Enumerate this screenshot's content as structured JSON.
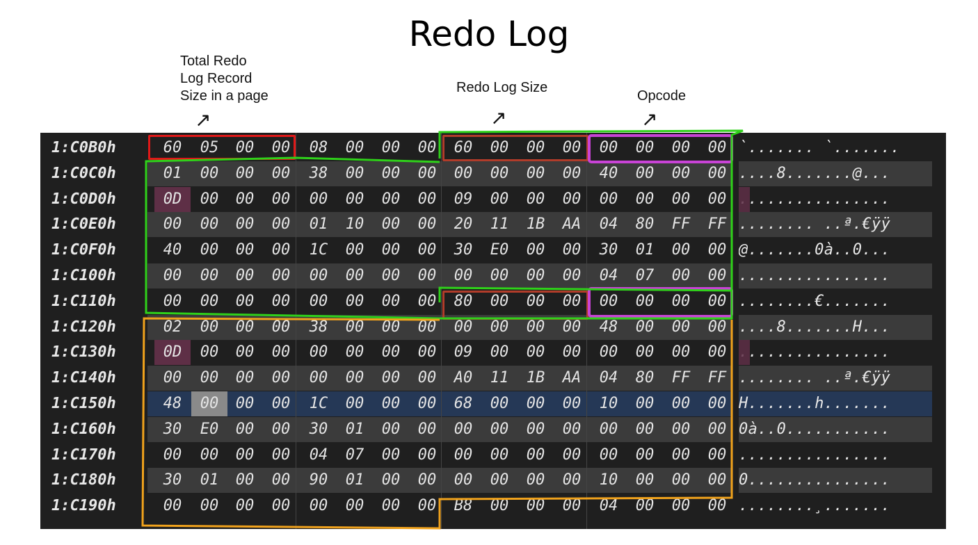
{
  "title": "Redo Log",
  "annotations": {
    "total": "Total Redo\nLog Record\nSize in a page",
    "redo_size": "Redo Log Size",
    "opcode": "Opcode"
  },
  "colors": {
    "stripe": "#3b3b3b",
    "selected_row": "#253856",
    "cursor_byte": "#8a8a8a",
    "mark_byte": "#5e2f46",
    "red_box": "#e01818",
    "green_box": "#2fd11a",
    "magenta_box": "#c843d6",
    "orange_box": "#f0a21c"
  },
  "hex": {
    "rows": [
      {
        "addr": "1:C0B0h",
        "bytes": [
          "60",
          "05",
          "00",
          "00",
          "08",
          "00",
          "00",
          "00",
          "60",
          "00",
          "00",
          "00",
          "00",
          "00",
          "00",
          "00"
        ],
        "ascii": "`....... `......."
      },
      {
        "addr": "1:C0C0h",
        "bytes": [
          "01",
          "00",
          "00",
          "00",
          "38",
          "00",
          "00",
          "00",
          "00",
          "00",
          "00",
          "00",
          "40",
          "00",
          "00",
          "00"
        ],
        "ascii": "....8.......@..."
      },
      {
        "addr": "1:C0D0h",
        "bytes": [
          "0D",
          "00",
          "00",
          "00",
          "00",
          "00",
          "00",
          "00",
          "09",
          "00",
          "00",
          "00",
          "00",
          "00",
          "00",
          "00"
        ],
        "ascii": "................"
      },
      {
        "addr": "1:C0E0h",
        "bytes": [
          "00",
          "00",
          "00",
          "00",
          "01",
          "10",
          "00",
          "00",
          "20",
          "11",
          "1B",
          "AA",
          "04",
          "80",
          "FF",
          "FF"
        ],
        "ascii": "........ ..ª.€ÿÿ"
      },
      {
        "addr": "1:C0F0h",
        "bytes": [
          "40",
          "00",
          "00",
          "00",
          "1C",
          "00",
          "00",
          "00",
          "30",
          "E0",
          "00",
          "00",
          "30",
          "01",
          "00",
          "00"
        ],
        "ascii": "@.......0à..0..."
      },
      {
        "addr": "1:C100h",
        "bytes": [
          "00",
          "00",
          "00",
          "00",
          "00",
          "00",
          "00",
          "00",
          "00",
          "00",
          "00",
          "00",
          "04",
          "07",
          "00",
          "00"
        ],
        "ascii": "................"
      },
      {
        "addr": "1:C110h",
        "bytes": [
          "00",
          "00",
          "00",
          "00",
          "00",
          "00",
          "00",
          "00",
          "80",
          "00",
          "00",
          "00",
          "00",
          "00",
          "00",
          "00"
        ],
        "ascii": "........€......."
      },
      {
        "addr": "1:C120h",
        "bytes": [
          "02",
          "00",
          "00",
          "00",
          "38",
          "00",
          "00",
          "00",
          "00",
          "00",
          "00",
          "00",
          "48",
          "00",
          "00",
          "00"
        ],
        "ascii": "....8.......H..."
      },
      {
        "addr": "1:C130h",
        "bytes": [
          "0D",
          "00",
          "00",
          "00",
          "00",
          "00",
          "00",
          "00",
          "09",
          "00",
          "00",
          "00",
          "00",
          "00",
          "00",
          "00"
        ],
        "ascii": "................"
      },
      {
        "addr": "1:C140h",
        "bytes": [
          "00",
          "00",
          "00",
          "00",
          "00",
          "00",
          "00",
          "00",
          "A0",
          "11",
          "1B",
          "AA",
          "04",
          "80",
          "FF",
          "FF"
        ],
        "ascii": "........ ..ª.€ÿÿ"
      },
      {
        "addr": "1:C150h",
        "bytes": [
          "48",
          "00",
          "00",
          "00",
          "1C",
          "00",
          "00",
          "00",
          "68",
          "00",
          "00",
          "00",
          "10",
          "00",
          "00",
          "00"
        ],
        "ascii": "H.......h......."
      },
      {
        "addr": "1:C160h",
        "bytes": [
          "30",
          "E0",
          "00",
          "00",
          "30",
          "01",
          "00",
          "00",
          "00",
          "00",
          "00",
          "00",
          "00",
          "00",
          "00",
          "00"
        ],
        "ascii": "0à..0..........."
      },
      {
        "addr": "1:C170h",
        "bytes": [
          "00",
          "00",
          "00",
          "00",
          "04",
          "07",
          "00",
          "00",
          "00",
          "00",
          "00",
          "00",
          "00",
          "00",
          "00",
          "00"
        ],
        "ascii": "................"
      },
      {
        "addr": "1:C180h",
        "bytes": [
          "30",
          "01",
          "00",
          "00",
          "90",
          "01",
          "00",
          "00",
          "00",
          "00",
          "00",
          "00",
          "10",
          "00",
          "00",
          "00"
        ],
        "ascii": "0..............."
      },
      {
        "addr": "1:C190h",
        "bytes": [
          "00",
          "00",
          "00",
          "00",
          "00",
          "00",
          "00",
          "00",
          "B8",
          "00",
          "00",
          "00",
          "04",
          "00",
          "00",
          "00"
        ],
        "ascii": "........¸......."
      }
    ]
  }
}
